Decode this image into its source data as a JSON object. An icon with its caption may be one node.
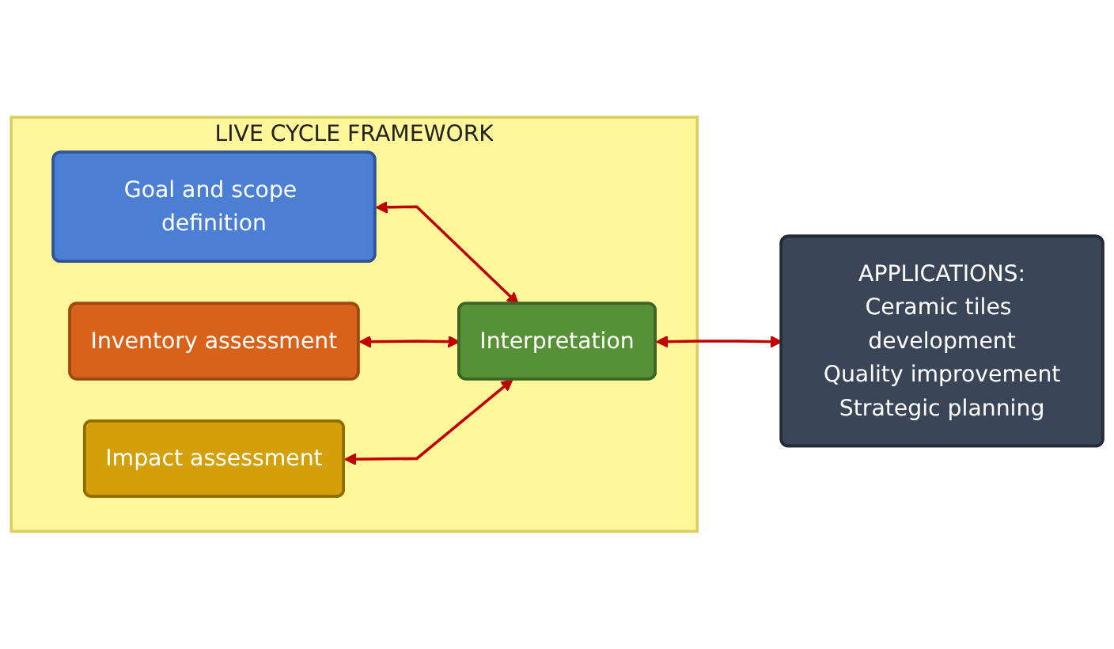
{
  "diagram": {
    "nodes": [
      {
        "text": [
          "LIVE CYCLE FRAMEWORK"
        ]
      },
      {
        "text": [
          "Goal and scope definition"
        ],
        "in": 0
      },
      {
        "text": [
          "Inventory assessment"
        ],
        "in": 0
      },
      {
        "text": [
          "Impact assessment"
        ],
        "in": 0
      },
      {
        "text": [
          "Interpretation"
        ],
        "in": 0
      },
      {
        "text": [
          "APPLICATIONS:",
          "Ceramic tiles development",
          "Quality improvement",
          "Strategic planning"
        ]
      }
    ],
    "edges": [
      {
        "from": 1,
        "to": 4,
        "arrow": "both",
        "color": "#c00000"
      },
      {
        "from": 2,
        "to": 4,
        "arrow": "both",
        "color": "#c00000"
      },
      {
        "from": 3,
        "to": 4,
        "arrow": "both",
        "color": "#c00000"
      },
      {
        "from": 4,
        "to": 5,
        "arrow": "both",
        "color": "#c00000"
      }
    ]
  }
}
